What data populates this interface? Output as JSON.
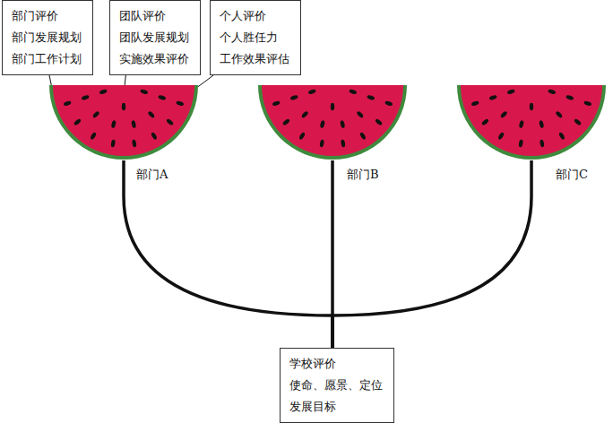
{
  "diagram": {
    "nodes": [
      {
        "text": [
          "部门评价",
          "部门发展规划",
          "部门工作计划"
        ]
      },
      {
        "text": [
          "团队评价",
          "团队发展规划",
          "实施效果评价"
        ]
      },
      {
        "text": [
          "个人评价",
          "个人胜任力",
          "工作效果评估"
        ]
      },
      {
        "text": [
          "部门A"
        ]
      },
      {
        "text": [
          "部门B"
        ]
      },
      {
        "text": [
          "部门C"
        ]
      },
      {
        "text": [
          "学校评价",
          "使命、愿景、定位",
          "发展目标"
        ]
      }
    ],
    "edges": [
      {
        "from": 3,
        "to": 6,
        "arrow": "none"
      },
      {
        "from": 4,
        "to": 6,
        "arrow": "none"
      },
      {
        "from": 5,
        "to": 6,
        "arrow": "none"
      },
      {
        "from": 0,
        "to": 3,
        "arrow": "none"
      },
      {
        "from": 1,
        "to": 3,
        "arrow": "none"
      },
      {
        "from": 2,
        "to": 3,
        "arrow": "none"
      }
    ]
  }
}
